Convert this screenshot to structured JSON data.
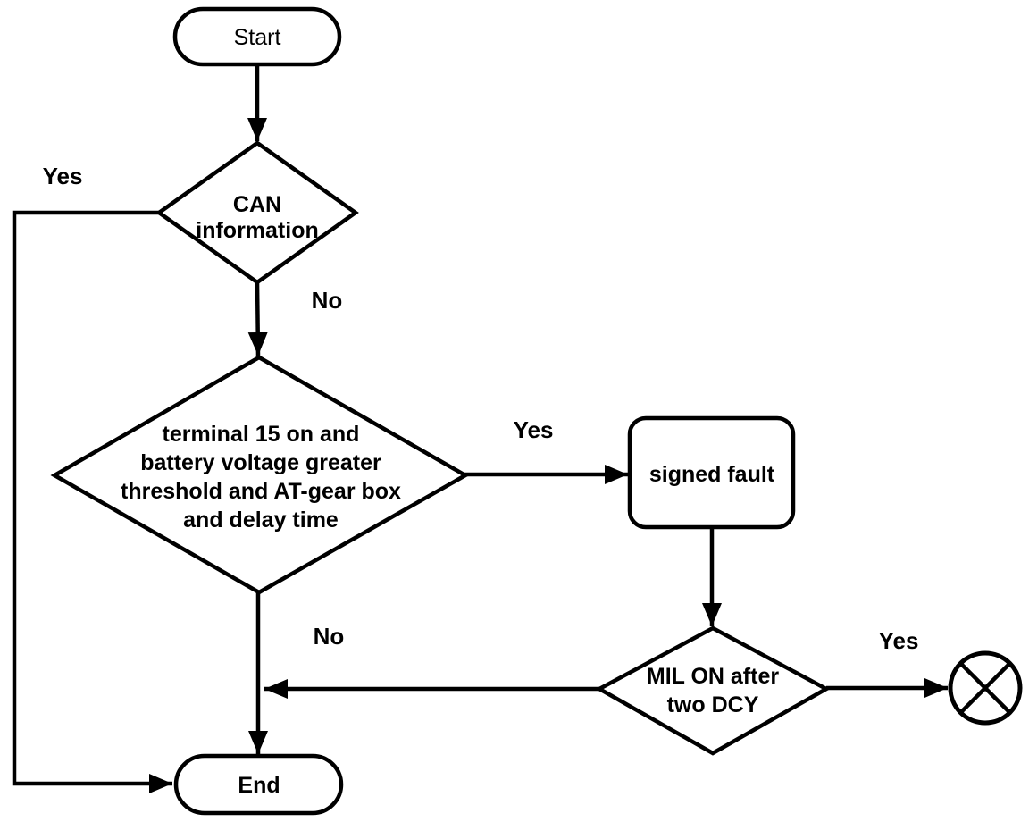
{
  "diagram": {
    "type": "flowchart",
    "background_color": "#ffffff",
    "line_color": "#000000",
    "nodes": {
      "start": {
        "type": "terminator",
        "label": "Start"
      },
      "can": {
        "type": "decision",
        "line1": "CAN",
        "line2": "information"
      },
      "cond": {
        "type": "decision",
        "line1": "terminal 15 on and",
        "line2": "battery voltage greater",
        "line3": "threshold and AT-gear box",
        "line4": "and delay time"
      },
      "fault": {
        "type": "process",
        "label": "signed fault"
      },
      "mil": {
        "type": "decision",
        "line1": "MIL ON after",
        "line2": "two DCY"
      },
      "end": {
        "type": "terminator",
        "label": "End"
      },
      "crossed_circle": {
        "type": "terminator-circle-x",
        "label": ""
      }
    },
    "edge_labels": {
      "can_yes": "Yes",
      "can_no": "No",
      "cond_yes": "Yes",
      "cond_no": "No",
      "mil_yes": "Yes"
    }
  }
}
